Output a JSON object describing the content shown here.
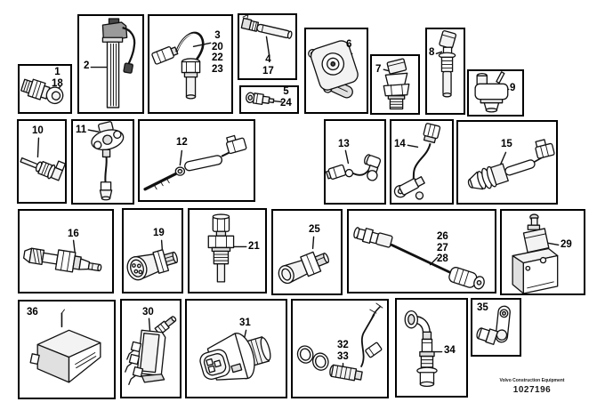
{
  "boxes": [
    {
      "labels": [
        "1",
        "18"
      ]
    },
    {
      "labels": [
        "2"
      ]
    },
    {
      "labels": [
        "3",
        "20",
        "22",
        "23"
      ]
    },
    {
      "labels": [
        "4",
        "17"
      ]
    },
    {
      "labels": [
        "5",
        "24"
      ]
    },
    {
      "labels": [
        "6"
      ]
    },
    {
      "labels": [
        "7"
      ]
    },
    {
      "labels": [
        "8"
      ]
    },
    {
      "labels": [
        "9"
      ]
    },
    {
      "labels": [
        "10"
      ]
    },
    {
      "labels": [
        "11"
      ]
    },
    {
      "labels": [
        "12"
      ]
    },
    {
      "labels": [
        "13"
      ]
    },
    {
      "labels": [
        "14"
      ]
    },
    {
      "labels": [
        "15"
      ]
    },
    {
      "labels": [
        "16"
      ]
    },
    {
      "labels": [
        "19"
      ]
    },
    {
      "labels": [
        "21"
      ]
    },
    {
      "labels": [
        "25"
      ]
    },
    {
      "labels": [
        "26",
        "27",
        "28"
      ]
    },
    {
      "labels": [
        "29"
      ]
    },
    {
      "labels": [
        "36"
      ]
    },
    {
      "labels": [
        "30"
      ]
    },
    {
      "labels": [
        "31"
      ]
    },
    {
      "labels": [
        "32",
        "33"
      ]
    },
    {
      "labels": [
        "34"
      ]
    },
    {
      "labels": [
        "35"
      ]
    }
  ],
  "footer": {
    "brand_line1": "Volvo Construction",
    "brand_line2": "Equipment",
    "doc_number": "1027196"
  },
  "colors": {
    "background": "#ffffff",
    "line": "#000000"
  }
}
